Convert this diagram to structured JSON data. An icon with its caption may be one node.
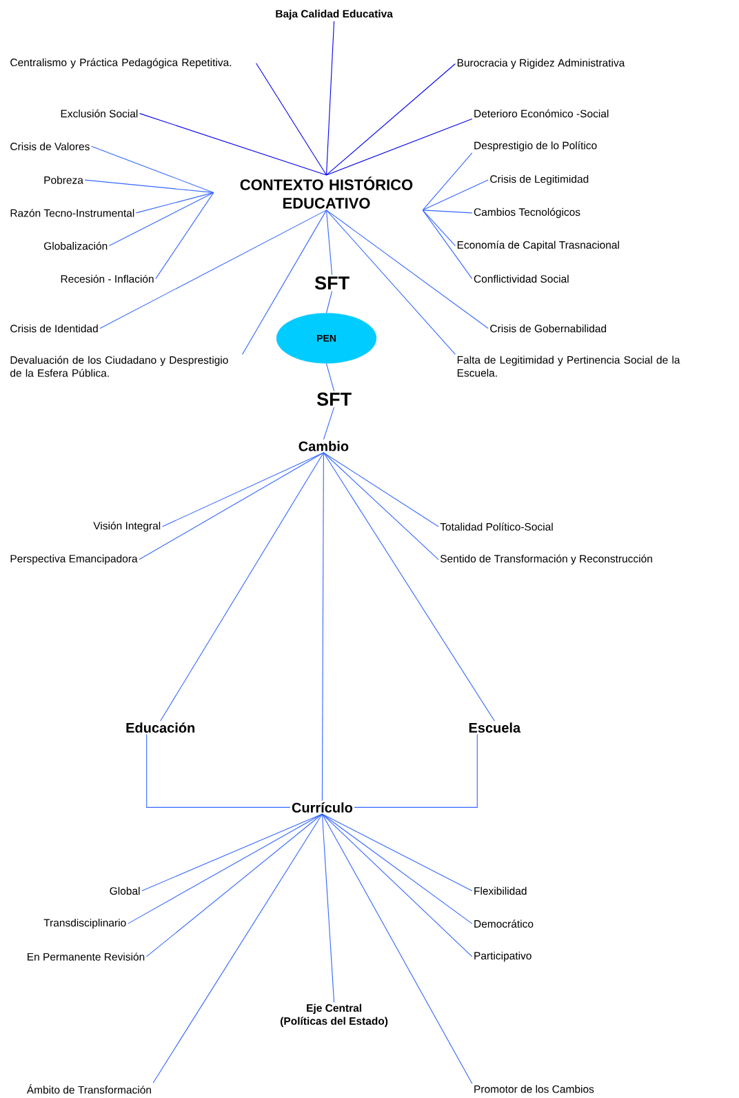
{
  "diagram": {
    "nodes": [
      {
        "text": [
          "Baja Calidad Educativa"
        ]
      },
      {
        "text": [
          "Centralismo y Práctica Pedagógica Repetitiva."
        ]
      },
      {
        "text": [
          "Burocracia y Rigidez Administrativa"
        ]
      },
      {
        "text": [
          "Exclusión Social"
        ]
      },
      {
        "text": [
          "Deterioro Económico -Social"
        ]
      },
      {
        "text": [
          "Crisis de Valores"
        ]
      },
      {
        "text": [
          "Desprestigio de lo Político"
        ]
      },
      {
        "text": [
          "CONTEXTO HISTÓRICO EDUCATIVO"
        ]
      },
      {
        "text": [
          "Pobreza"
        ]
      },
      {
        "text": [
          "Crisis de Legitimidad"
        ]
      },
      {
        "text": [
          "Razón Tecno-Instrumental"
        ]
      },
      {
        "text": [
          "Cambios Tecnológicos"
        ]
      },
      {
        "text": [
          "Globalización"
        ]
      },
      {
        "text": [
          "Economía de Capital Trasnacional"
        ]
      },
      {
        "text": [
          "Recesión - Inflación"
        ]
      },
      {
        "text": [
          "Conflictividad Social"
        ]
      },
      {
        "text": [
          "SFT"
        ]
      },
      {
        "text": [
          "Crisis de Identidad"
        ]
      },
      {
        "text": [
          "PEN"
        ]
      },
      {
        "text": [
          "Crisis de Gobernabilidad"
        ]
      },
      {
        "text": [
          "Devaluación de los Ciudadano y Desprestigio de la Esfera Pública."
        ]
      },
      {
        "text": [
          "Falta de Legitimidad y Pertinencia Social de la Escuela."
        ]
      },
      {
        "text": [
          "SFT"
        ]
      },
      {
        "text": [
          "Cambio"
        ]
      },
      {
        "text": [
          "Visión Integral"
        ]
      },
      {
        "text": [
          "Totalidad Político-Social"
        ]
      },
      {
        "text": [
          "Perspectiva Emancipadora"
        ]
      },
      {
        "text": [
          "Sentido de Transformación y Reconstrucción"
        ]
      },
      {
        "text": [
          "Educación"
        ]
      },
      {
        "text": [
          "Escuela"
        ]
      },
      {
        "text": [
          "Currículo"
        ]
      },
      {
        "text": [
          "Global"
        ]
      },
      {
        "text": [
          "Flexibilidad"
        ]
      },
      {
        "text": [
          "Transdisciplinario"
        ]
      },
      {
        "text": [
          "Democrático"
        ]
      },
      {
        "text": [
          "En Permanente Revisión"
        ]
      },
      {
        "text": [
          "Participativo"
        ]
      },
      {
        "text": [
          "Eje Central",
          "(Políticas del Estado)"
        ]
      },
      {
        "text": [
          "Ámbito de Transformación"
        ]
      },
      {
        "text": [
          "Promotor de los Cambios"
        ]
      }
    ],
    "edges": [
      {
        "from": 7,
        "to": 0,
        "arrow": "none",
        "color": "#0000ee"
      },
      {
        "from": 7,
        "to": 1,
        "arrow": "none",
        "color": "#0000ee"
      },
      {
        "from": 7,
        "to": 2,
        "arrow": "none",
        "color": "#0000ee"
      },
      {
        "from": 7,
        "to": 3,
        "arrow": "none",
        "color": "#0000ee"
      },
      {
        "from": 7,
        "to": 4,
        "arrow": "none",
        "color": "#0000ee"
      },
      {
        "from": 7,
        "to": 5,
        "arrow": "none"
      },
      {
        "from": 7,
        "to": 8,
        "arrow": "none"
      },
      {
        "from": 7,
        "to": 10,
        "arrow": "none"
      },
      {
        "from": 7,
        "to": 12,
        "arrow": "none"
      },
      {
        "from": 7,
        "to": 14,
        "arrow": "none"
      },
      {
        "from": 7,
        "to": 6,
        "arrow": "none"
      },
      {
        "from": 7,
        "to": 9,
        "arrow": "none"
      },
      {
        "from": 7,
        "to": 11,
        "arrow": "none"
      },
      {
        "from": 7,
        "to": 13,
        "arrow": "none"
      },
      {
        "from": 7,
        "to": 15,
        "arrow": "none"
      },
      {
        "from": 7,
        "to": 17,
        "arrow": "none"
      },
      {
        "from": 7,
        "to": 20,
        "arrow": "none"
      },
      {
        "from": 7,
        "to": 19,
        "arrow": "none"
      },
      {
        "from": 7,
        "to": 21,
        "arrow": "none"
      },
      {
        "from": 7,
        "to": 16,
        "arrow": "none"
      },
      {
        "from": 16,
        "to": 18,
        "arrow": "none"
      },
      {
        "from": 18,
        "to": 22,
        "arrow": "none"
      },
      {
        "from": 22,
        "to": 23,
        "arrow": "none"
      },
      {
        "from": 23,
        "to": 24,
        "arrow": "none"
      },
      {
        "from": 23,
        "to": 26,
        "arrow": "none"
      },
      {
        "from": 23,
        "to": 25,
        "arrow": "none"
      },
      {
        "from": 23,
        "to": 27,
        "arrow": "none"
      },
      {
        "from": 23,
        "to": 28,
        "arrow": "none"
      },
      {
        "from": 23,
        "to": 29,
        "arrow": "none"
      },
      {
        "from": 23,
        "to": 30,
        "arrow": "none"
      },
      {
        "from": 28,
        "to": 30,
        "arrow": "none"
      },
      {
        "from": 29,
        "to": 30,
        "arrow": "none"
      },
      {
        "from": 30,
        "to": 31,
        "arrow": "none"
      },
      {
        "from": 30,
        "to": 33,
        "arrow": "none"
      },
      {
        "from": 30,
        "to": 35,
        "arrow": "none"
      },
      {
        "from": 30,
        "to": 38,
        "arrow": "none"
      },
      {
        "from": 30,
        "to": 32,
        "arrow": "none"
      },
      {
        "from": 30,
        "to": 34,
        "arrow": "none"
      },
      {
        "from": 30,
        "to": 36,
        "arrow": "none"
      },
      {
        "from": 30,
        "to": 39,
        "arrow": "none"
      },
      {
        "from": 30,
        "to": 37,
        "arrow": "none"
      }
    ]
  }
}
